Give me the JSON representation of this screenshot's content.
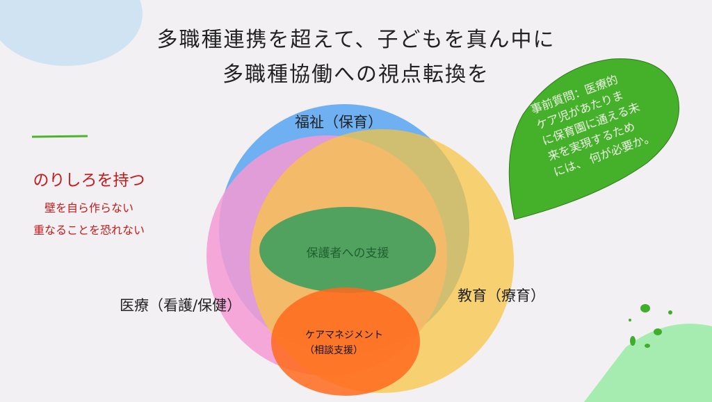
{
  "slide": {
    "title_line1": "多職種連携を超えて、子どもを真ん中に",
    "title_line2": "多職種協働への視点転換を"
  },
  "left_panel": {
    "heading": "のりしろを持つ",
    "line1": "壁を自ら作らない",
    "line2": "重なることを恐れない"
  },
  "speech_bubble": {
    "lines": [
      "事前質問：医療的",
      "ケア児があたりま",
      "に保育園に通える未",
      "来を実現するため",
      "には、 何が必要か。"
    ]
  },
  "diagram": {
    "circles": [
      {
        "label": "福祉（保育）",
        "color": "#5fa8f2"
      },
      {
        "label": "医療（看護/保健）",
        "color": "#f59ad2"
      },
      {
        "label": "教育（療育）",
        "color": "#f8c53e"
      }
    ],
    "center": {
      "label": "保護者への支援",
      "color": "#3f9e5e"
    },
    "bottom": {
      "label_line1": "ケアマネジメント",
      "label_line2": "（相談支援）",
      "color": "#ff6a1c"
    }
  },
  "colors": {
    "accent_green": "#4cb32a",
    "red_text": "#c41a1a"
  }
}
